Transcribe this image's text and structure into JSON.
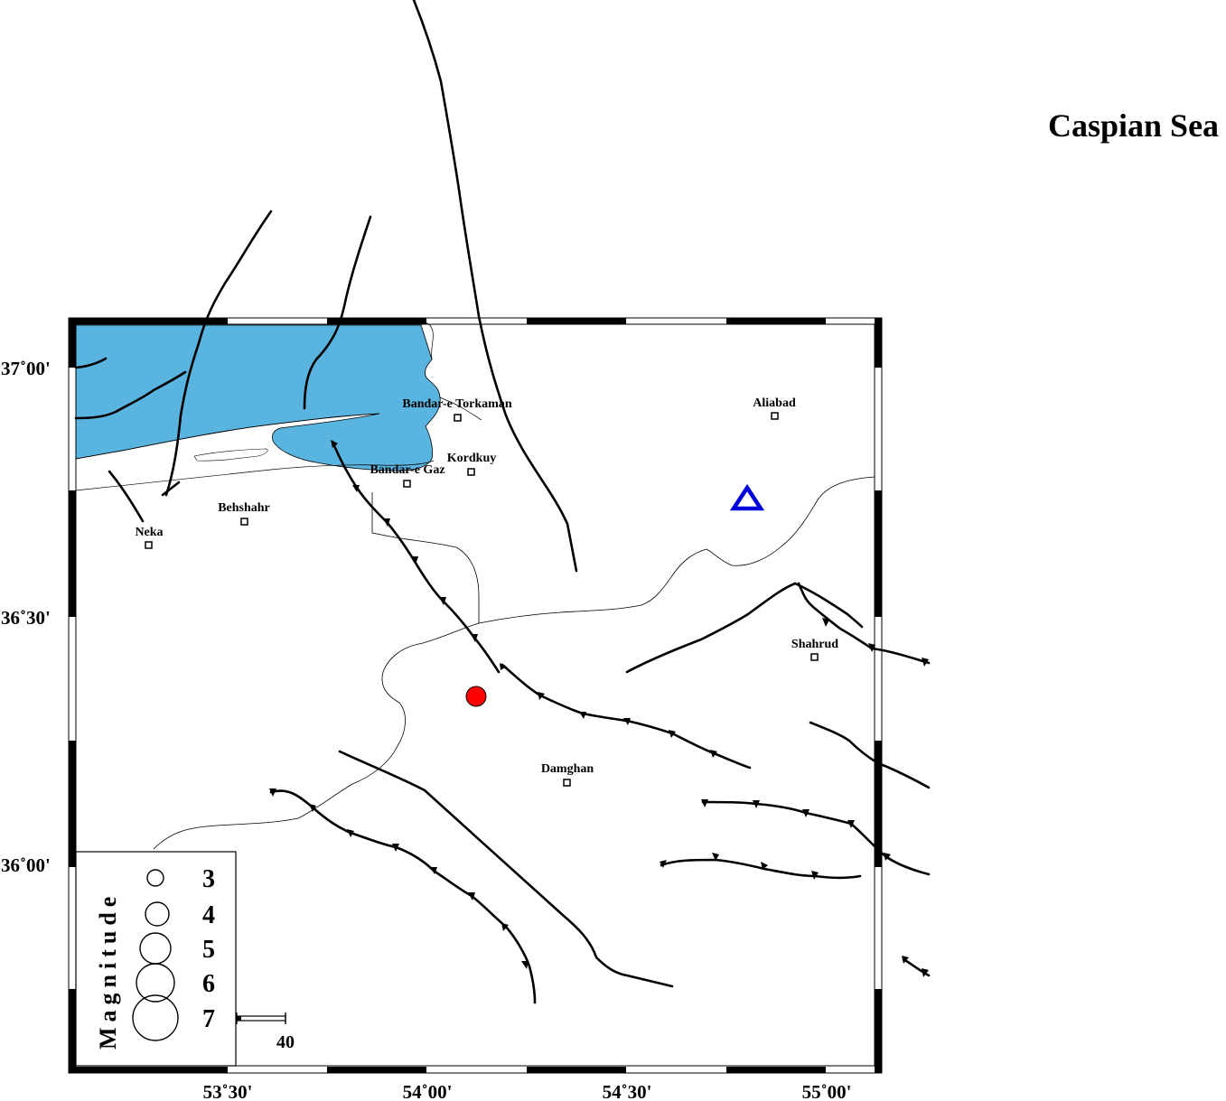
{
  "map": {
    "sea_label": "Caspian Sea",
    "longitude_ticks": [
      "53˚30'",
      "54˚00'",
      "54˚30'",
      "55˚00'"
    ],
    "latitude_ticks": [
      "37˚00'",
      "36˚30'",
      "36˚00'"
    ],
    "cities": [
      "Bandar-e Torkaman",
      "Aliabad",
      "Kordkuy",
      "Bandar-e Gaz",
      "Behshahr",
      "Neka",
      "Shahrud",
      "Damghan"
    ],
    "legend": {
      "title": "Magnitude",
      "magnitudes": [
        "3",
        "4",
        "5",
        "6",
        "7"
      ]
    },
    "scale_bar_label": "40",
    "colors": {
      "water": "#5ab4e0",
      "epicenter": "#ff0000",
      "station": "#0000dd",
      "faults": "#000000"
    }
  }
}
